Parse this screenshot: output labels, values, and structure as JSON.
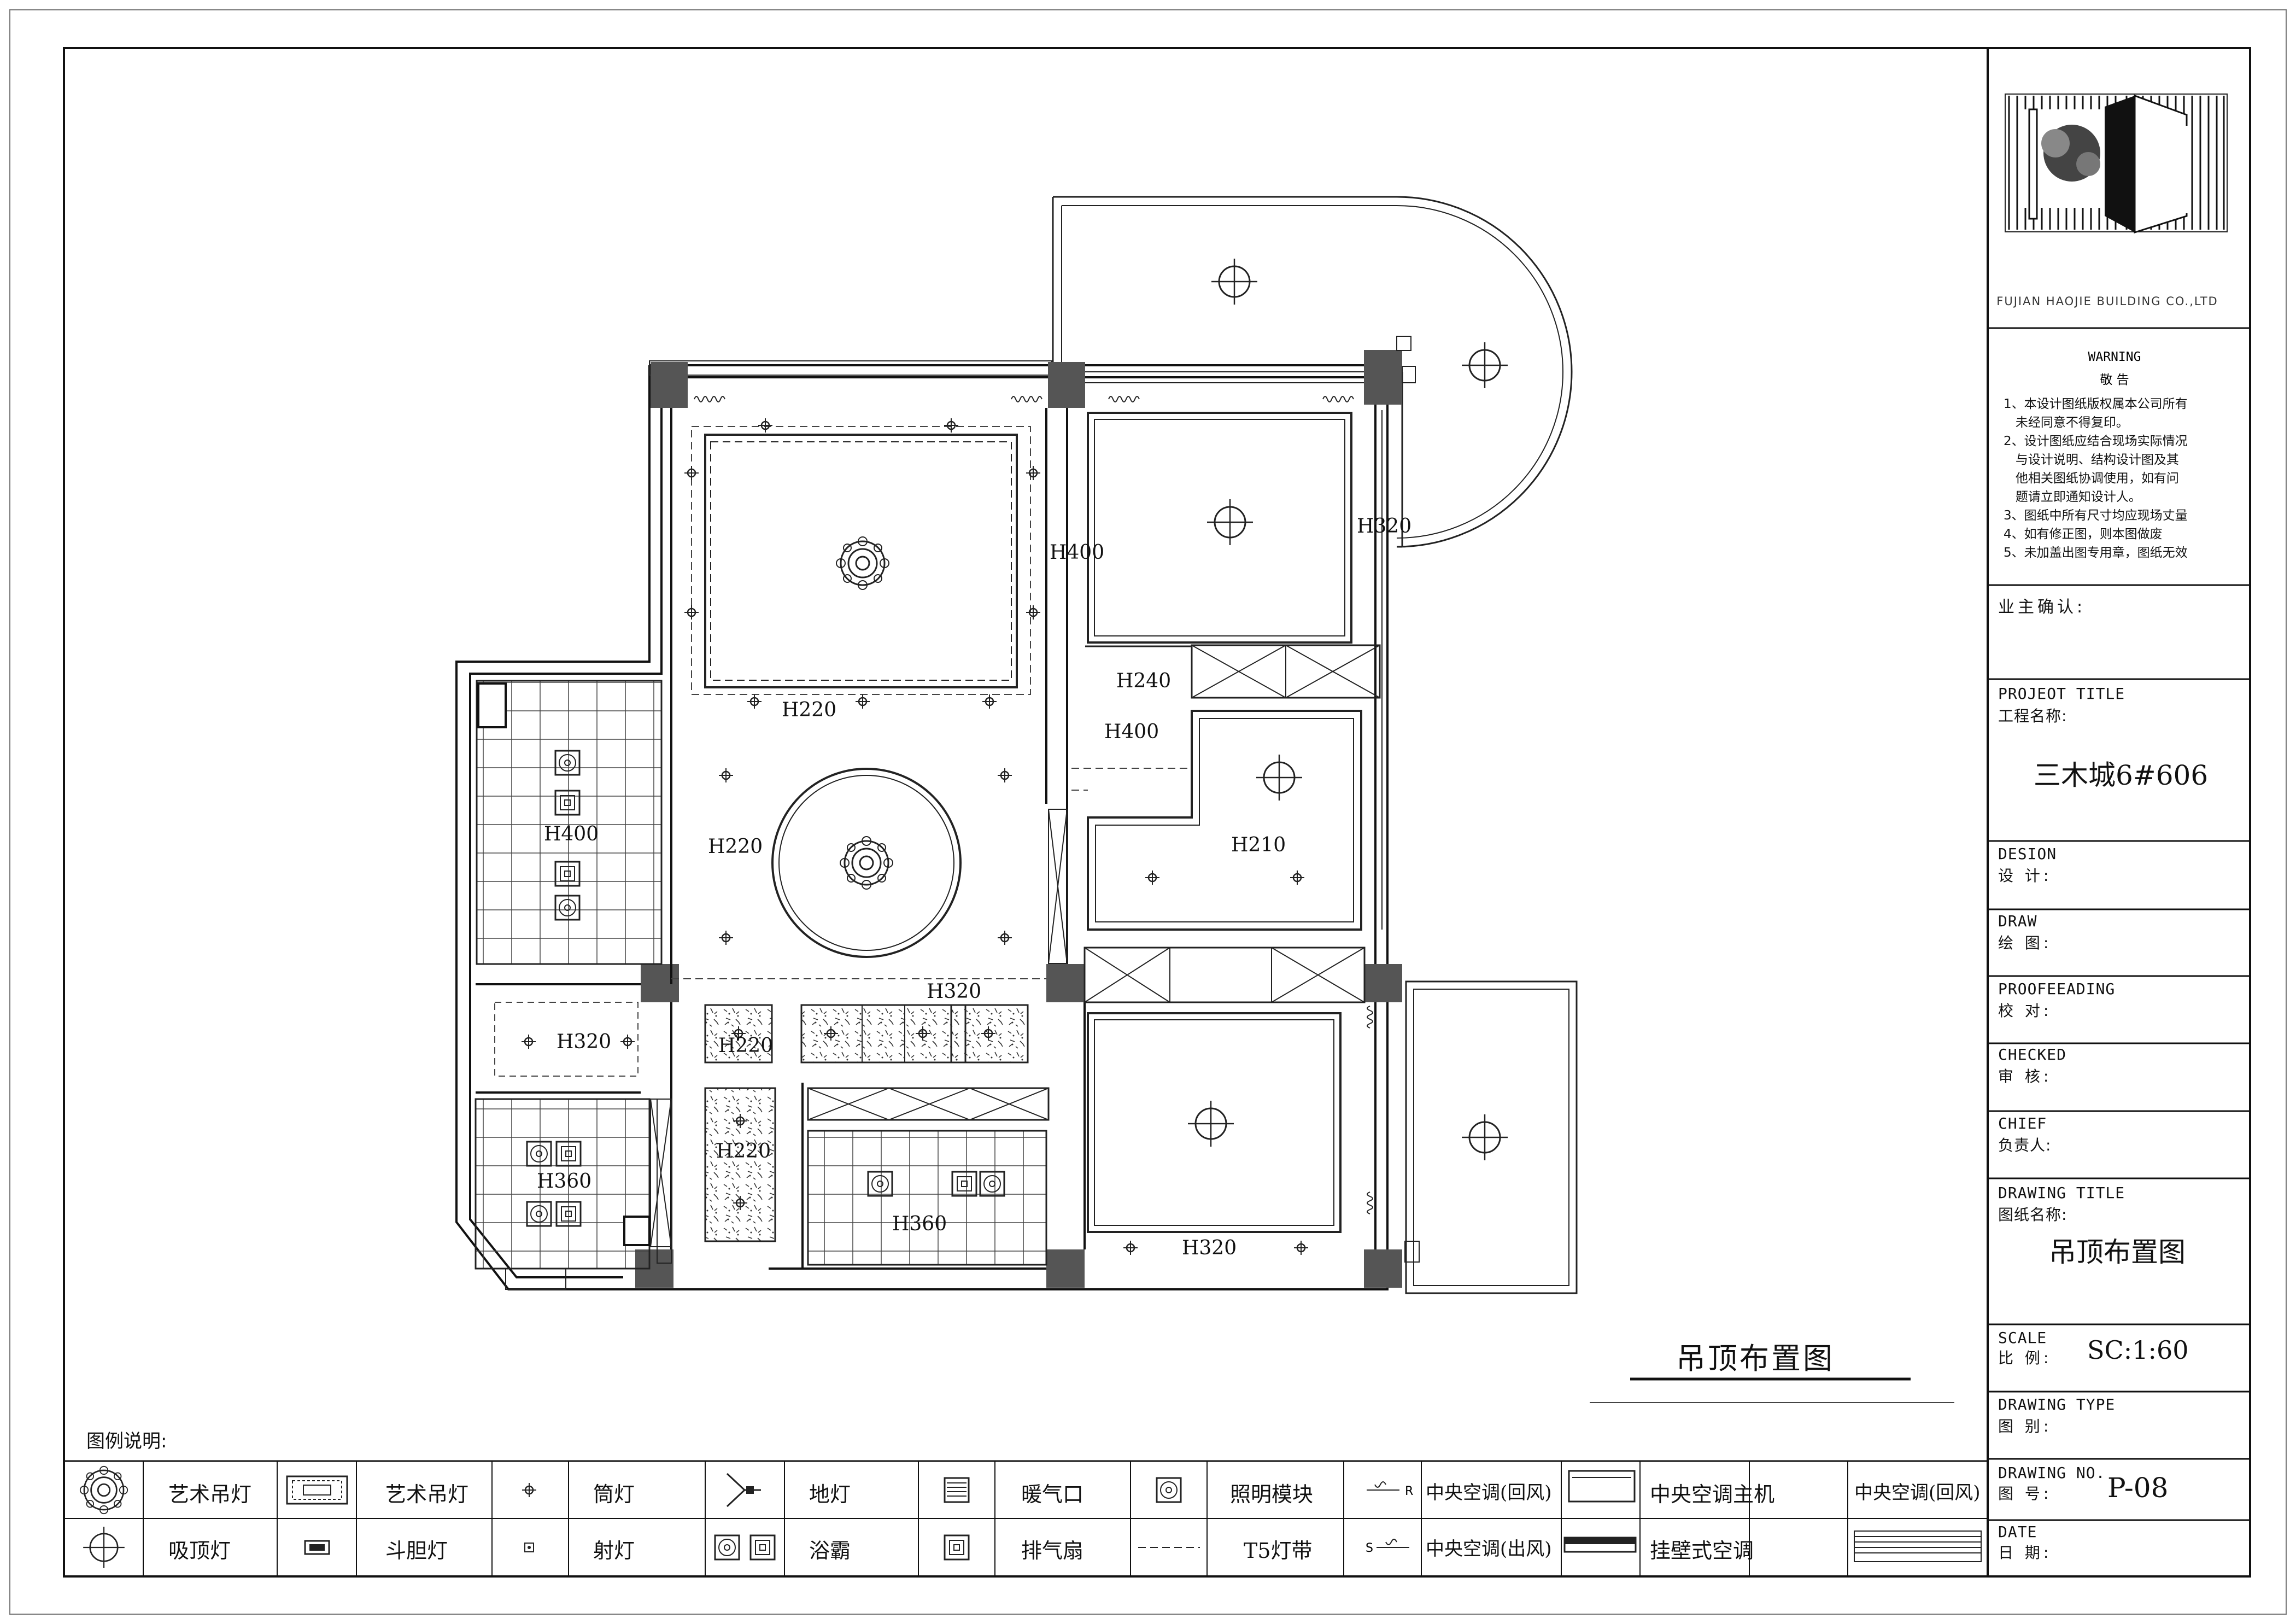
{
  "company": {
    "name": "FUJIAN HAOJIE BUILDING CO.,LTD"
  },
  "warning": {
    "title_en": "WARNING",
    "title_cn": "敬 告",
    "lines": [
      "1、本设计图纸版权属本公司所有",
      "   未经同意不得复印。",
      "2、设计图纸应结合现场实际情况",
      "   与设计说明、结构设计图及其",
      "   他相关图纸协调使用，如有问",
      "   题请立即通知设计人。",
      "3、图纸中所有尺寸均应现场丈量",
      "4、如有修正图，则本图做废",
      "5、未加盖出图专用章，图纸无效"
    ]
  },
  "title_block": {
    "owner_confirm": "业主确认:",
    "project_en": "PROJEOT TITLE",
    "project_cn": "工程名称:",
    "project_name": "三木城6#606",
    "design_en": "DESION",
    "design_cn": "设 计:",
    "draw_en": "DRAW",
    "draw_cn": "绘 图:",
    "proof_en": "PROOFEEADING",
    "proof_cn": "校 对:",
    "checked_en": "CHECKED",
    "checked_cn": "审 核:",
    "chief_en": "CHIEF",
    "chief_cn": "负责人:",
    "drawing_title_en": "DRAWING TITLE",
    "drawing_title_cn": "图纸名称:",
    "drawing_title": "吊顶布置图",
    "scale_en": "SCALE",
    "scale_cn": "比 例:",
    "scale_value": "SC:1:60",
    "type_en": "DRAWING TYPE",
    "type_cn": "图 别:",
    "no_en": "DRAWING NO.",
    "no_cn": "图 号:",
    "no_value": "P-08",
    "date_en": "DATE",
    "date_cn": "日 期:"
  },
  "plan": {
    "title": "吊顶布置图",
    "labels": {
      "h400_left": "H400",
      "h220_top": "H220",
      "h220_mid": "H220",
      "h400_hall": "H400",
      "h240": "H240",
      "h400_mid": "H400",
      "h320_balcony": "H320",
      "h210": "H210",
      "h320_center": "H320",
      "h320_left": "H320",
      "h220_a": "H220",
      "h220_b": "H220",
      "h360_left": "H360",
      "h360_kitchen": "H360",
      "h320_bottom": "H320"
    }
  },
  "legend": {
    "heading": "图例说明:",
    "items": [
      {
        "id": "art-chandelier-1",
        "label": "艺术吊灯",
        "icon": "art-chandelier-icon"
      },
      {
        "id": "art-chandelier-2",
        "label": "艺术吊灯",
        "icon": "rect-chandelier-icon"
      },
      {
        "id": "downlight",
        "label": "筒灯",
        "icon": "downlight-icon"
      },
      {
        "id": "floor-light",
        "label": "地灯",
        "icon": "floor-light-icon"
      },
      {
        "id": "heating",
        "label": "暖气口",
        "icon": "heating-vent-icon"
      },
      {
        "id": "light-module",
        "label": "照明模块",
        "icon": "light-module-icon"
      },
      {
        "id": "ac-return",
        "label": "中央空调(回风)",
        "icon": "ac-return-icon"
      },
      {
        "id": "ac-main",
        "label": "中央空调主机",
        "icon": "ac-main-unit-icon"
      },
      {
        "id": "ac-return-2",
        "label": "中央空调(回风)",
        "icon": ""
      },
      {
        "id": "ceiling-light",
        "label": "吸顶灯",
        "icon": "ceiling-light-icon"
      },
      {
        "id": "bucket-light",
        "label": "斗胆灯",
        "icon": "bucket-light-icon"
      },
      {
        "id": "spot-light",
        "label": "射灯",
        "icon": "spotlight-icon"
      },
      {
        "id": "bath-heater",
        "label": "浴霸",
        "icon": "bath-heater-icon"
      },
      {
        "id": "exhaust",
        "label": "排气扇",
        "icon": "exhaust-fan-icon"
      },
      {
        "id": "t5",
        "label": "T5灯带",
        "icon": "t5-strip-icon"
      },
      {
        "id": "ac-supply",
        "label": "中央空调(出风)",
        "icon": "ac-supply-icon"
      },
      {
        "id": "wall-ac",
        "label": "挂壁式空调",
        "icon": "wall-ac-icon"
      }
    ],
    "small_text": {
      "ac_r": "R",
      "ac_s": "S"
    }
  }
}
